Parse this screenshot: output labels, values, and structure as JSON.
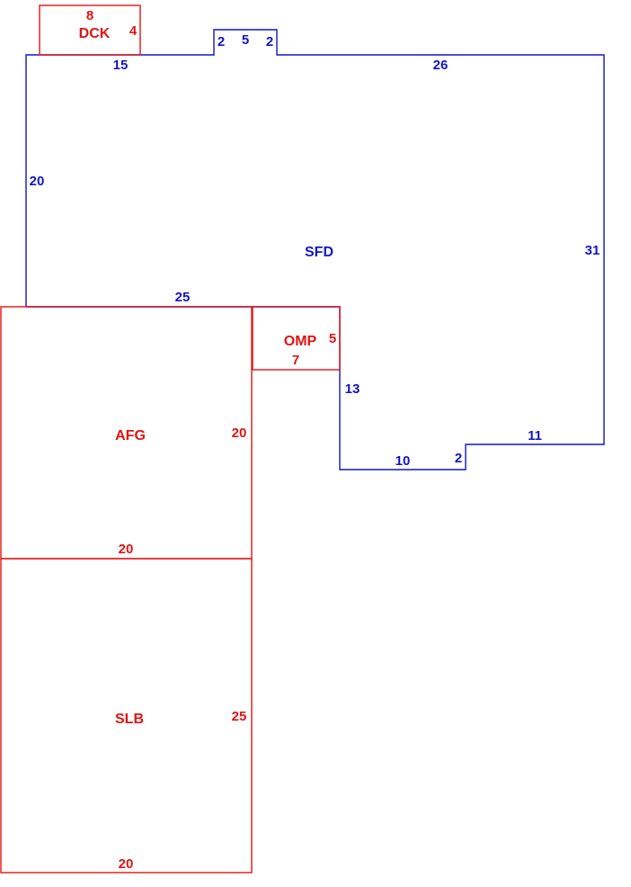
{
  "colors": {
    "main_structure": "#1414c8",
    "additions": "#e01414"
  },
  "areas": {
    "sfd": {
      "label": "SFD",
      "dims": {
        "d1": "15",
        "d2": "2",
        "d3": "5",
        "d4": "2",
        "d5": "26",
        "d6": "20",
        "d7": "31",
        "d8": "25",
        "d9": "13",
        "d10": "10",
        "d11": "2",
        "d12": "11"
      }
    },
    "dck": {
      "label": "DCK",
      "dims": {
        "top": "8",
        "right": "4"
      }
    },
    "omp": {
      "label": "OMP",
      "dims": {
        "right": "5",
        "bottom": "7"
      }
    },
    "afg": {
      "label": "AFG",
      "dims": {
        "right": "20",
        "bottom": "20"
      }
    },
    "slb": {
      "label": "SLB",
      "dims": {
        "right": "25",
        "bottom": "20"
      }
    }
  }
}
